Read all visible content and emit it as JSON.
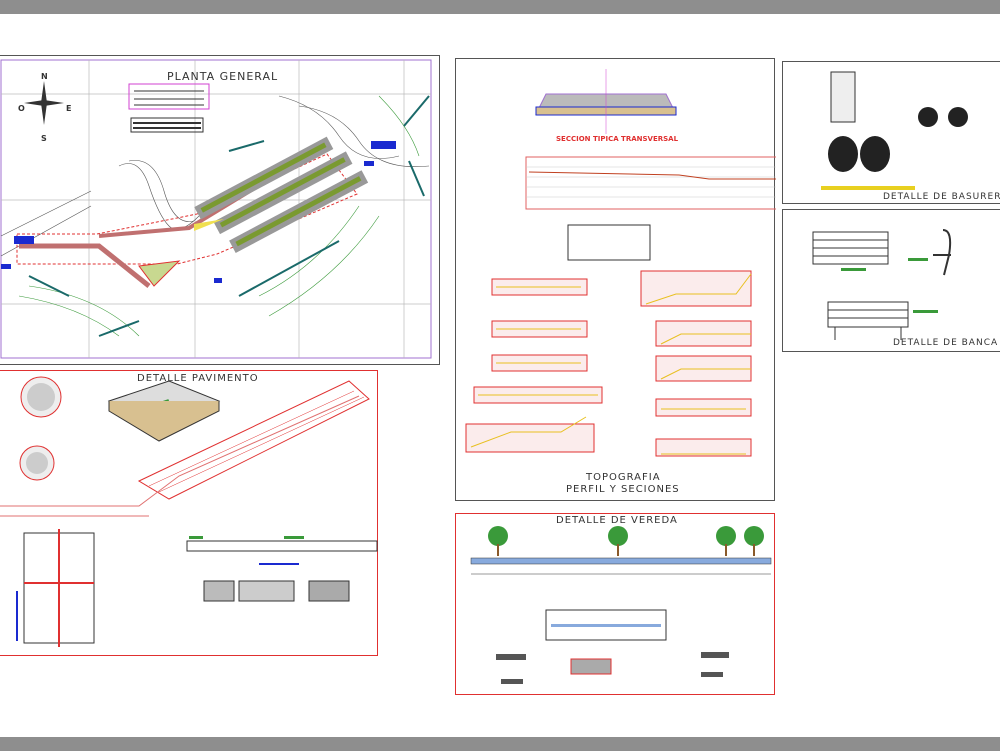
{
  "planta": {
    "title": "PLANTA GENERAL",
    "compass": {
      "n": "N",
      "s": "S",
      "e": "E",
      "o": "O"
    }
  },
  "pavimento": {
    "title": "DETALLE PAVIMENTO"
  },
  "topografia": {
    "section_title": "SECCION TIPICA TRANSVERSAL",
    "title_line1": "TOPOGRAFIA",
    "title_line2": "PERFIL Y SECIONES"
  },
  "vereda": {
    "title": "DETALLE DE VEREDA"
  },
  "basurero": {
    "title": "DETALLE DE BASURERO"
  },
  "banca": {
    "title": "DETALLE DE BANCA"
  },
  "colors": {
    "frame_red": "#e03030",
    "frame_violet": "#a070d0",
    "green": "#3a9a3a",
    "blue": "#1a2ad0",
    "yellow": "#e8d020"
  }
}
